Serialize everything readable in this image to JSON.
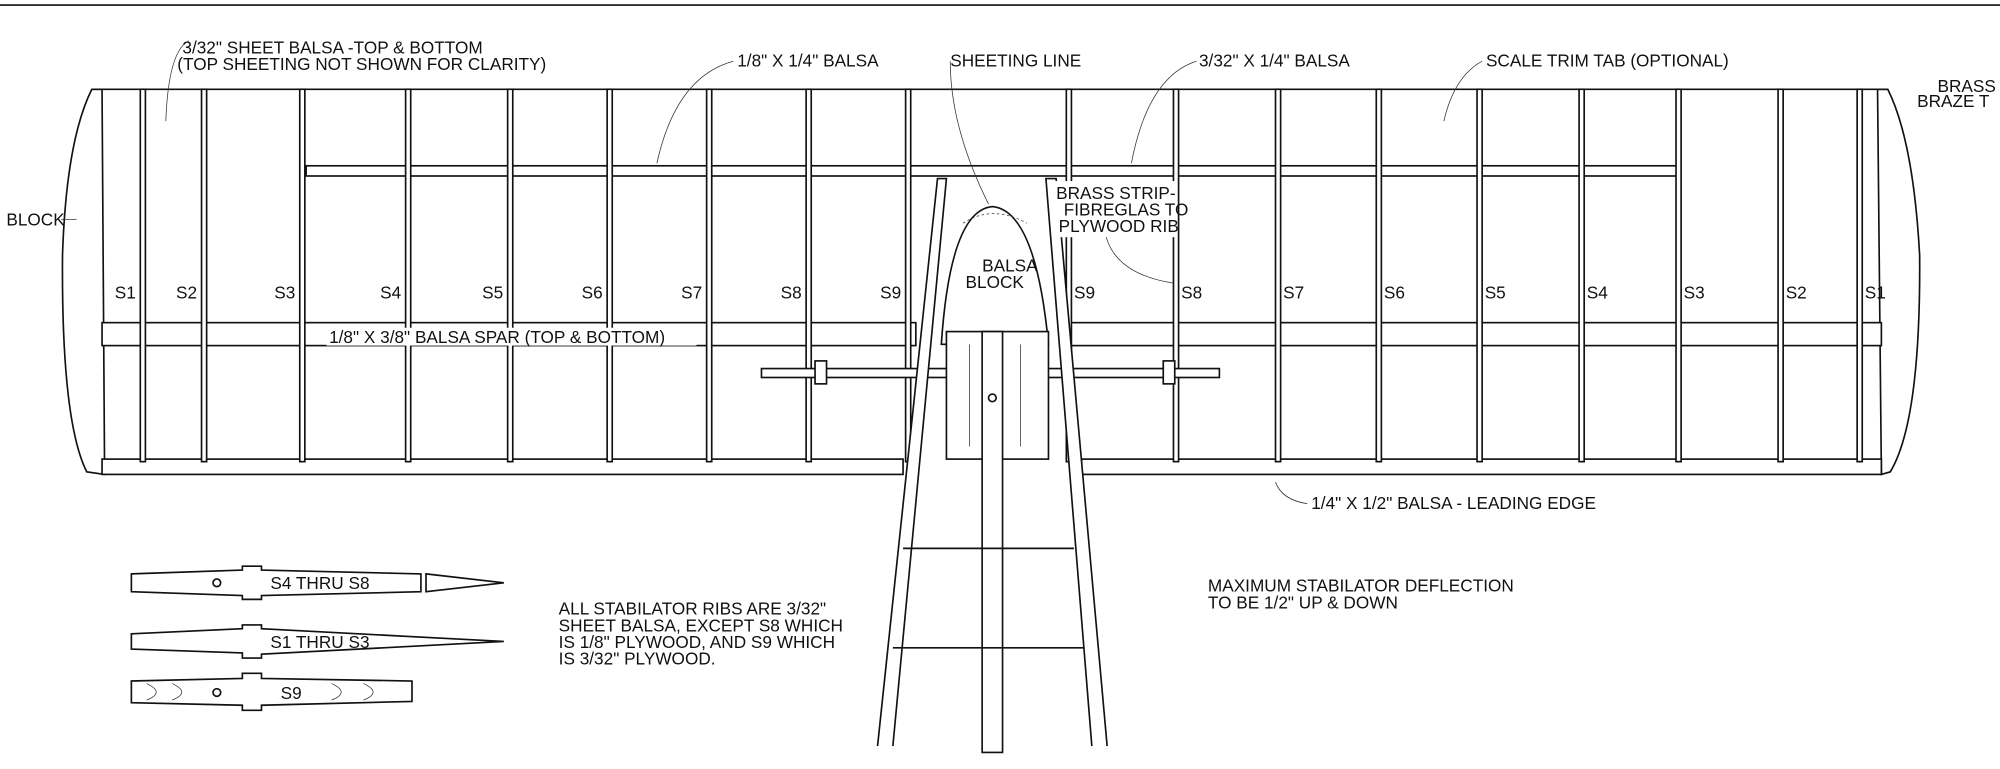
{
  "drawing": {
    "callouts": {
      "sheet_balsa_line1": "3/32\" SHEET BALSA -TOP & BOTTOM",
      "sheet_balsa_line2": "(TOP SHEETING NOT SHOWN FOR CLARITY)",
      "trailing_balsa": "1/8\" X 1/4\" BALSA",
      "sheeting_line": "SHEETING  LINE",
      "trim_balsa": "3/32\" X 1/4\" BALSA",
      "trim_tab": "SCALE TRIM TAB (OPTIONAL)",
      "brass_right_line1": "BRASS",
      "brass_right_line2": "BRAZE T",
      "block": "BLOCK",
      "balsa_block_line1": "BALSA",
      "balsa_block_line2": "BLOCK",
      "brass_strip_line1": "BRASS STRIP-",
      "brass_strip_line2": "FIBREGLAS TO",
      "brass_strip_line3": "PLYWOOD RIB",
      "spar": "1/8\" X 3/8\"  BALSA  SPAR (TOP & BOTTOM)",
      "leading_edge": "1/4\" X 1/2\" BALSA - LEADING EDGE"
    },
    "ribs_left": [
      "S1",
      "S2",
      "S3",
      "S4",
      "S5",
      "S6",
      "S7",
      "S8",
      "S9"
    ],
    "ribs_right": [
      "S9",
      "S8",
      "S7",
      "S6",
      "S5",
      "S4",
      "S3",
      "S2",
      "S1"
    ],
    "rib_profiles": {
      "a": "S4 THRU  S8",
      "b": "S1  THRU  S3",
      "c": "S9"
    },
    "notes": {
      "ribs_line1": "ALL  STABILATOR RIBS ARE 3/32\"",
      "ribs_line2": "SHEET  BALSA, EXCEPT S8 WHICH",
      "ribs_line3": "IS 1/8\" PLYWOOD, AND S9 WHICH",
      "ribs_line4": "IS 3/32\" PLYWOOD.",
      "deflection_line1": "MAXIMUM  STABILATOR  DEFLECTION",
      "deflection_line2": "TO BE 1/2\" UP & DOWN"
    }
  }
}
